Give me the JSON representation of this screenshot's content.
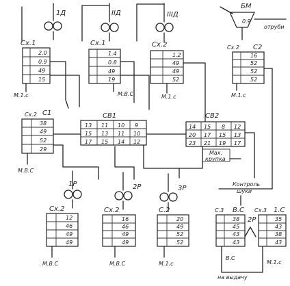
{
  "mills": [
    {
      "id": "m1",
      "label": "1Д"
    },
    {
      "id": "m2",
      "label": "IIД"
    },
    {
      "id": "m3",
      "label": "IIIД"
    },
    {
      "id": "m4",
      "label": "1Р"
    },
    {
      "id": "m5",
      "label": "2Р"
    },
    {
      "id": "m6",
      "label": "3Р"
    }
  ],
  "sifters": [
    {
      "id": "s1",
      "label": "Сх.1",
      "values": [
        "2.0",
        "0.9",
        "49",
        "15"
      ]
    },
    {
      "id": "s2",
      "label": "Сх.1",
      "values": [
        "1.4",
        "0.8",
        "49",
        "19"
      ]
    },
    {
      "id": "s3",
      "label": "Сх.2",
      "values": [
        "1.2",
        "49",
        "49",
        "52"
      ]
    },
    {
      "id": "s4",
      "label": "С2",
      "sublabel": "Сх.2",
      "values": [
        "16",
        "52",
        "52",
        "52"
      ]
    },
    {
      "id": "s5",
      "label": "С1",
      "sublabel": "Сх.2",
      "values": [
        "38",
        "49",
        "52",
        "29"
      ]
    },
    {
      "id": "s6",
      "label": "Сх.2",
      "values": [
        "12",
        "46",
        "49",
        "49"
      ]
    },
    {
      "id": "s7",
      "label": "Сх.2",
      "values": [
        "16",
        "46",
        "49",
        "49"
      ]
    },
    {
      "id": "s8",
      "label": "С.2",
      "values": [
        "20",
        "49",
        "52",
        "52"
      ]
    },
    {
      "id": "s9",
      "label": "В.С",
      "sublabel": "С.3",
      "values": [
        "38",
        "45",
        "43",
        "43"
      ]
    },
    {
      "id": "s10",
      "label": "1.С",
      "sublabel": "Сх.3",
      "values": [
        "35",
        "43",
        "38",
        "43"
      ]
    }
  ],
  "grids": [
    {
      "id": "g1",
      "label": "СВ1",
      "rows": [
        [
          "13",
          "11",
          "10",
          "9"
        ],
        [
          "15",
          "13",
          "11",
          "10"
        ],
        [
          "17",
          "15",
          "14",
          "12"
        ]
      ]
    },
    {
      "id": "g2",
      "label": "СВ2",
      "rows": [
        [
          "14",
          "15",
          "8",
          "12"
        ],
        [
          "20",
          "17",
          "15",
          "13"
        ],
        [
          "23",
          "21",
          "19",
          "17"
        ]
      ]
    }
  ],
  "bm": {
    "label": "БМ",
    "value": "0.9"
  },
  "labels": {
    "bran": "отруби",
    "sep_control": "Контроль",
    "sep_control2": "шуки",
    "grit": "Мах.",
    "grit2": "крупка",
    "to_pack": "на выдачу",
    "roll_2p": "2Р"
  },
  "outputs": [
    "М.1.с",
    "М.В.С",
    "М.1.с",
    "М.1.с",
    "М.В.С",
    "М.В.С",
    "М.В.С",
    "М.1.с",
    "В.С",
    "М.1.с"
  ]
}
